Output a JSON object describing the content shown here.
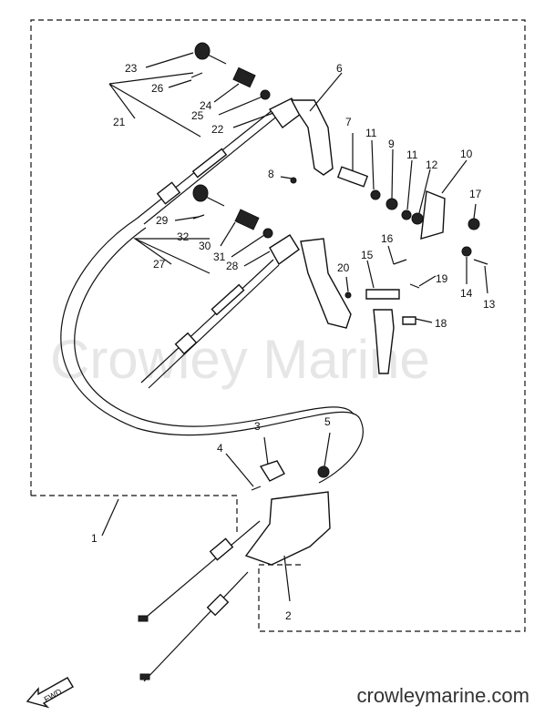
{
  "watermark": "Crowley Marine",
  "site_url": "crowleymarine.com",
  "fwd_label": "FWD",
  "callouts": {
    "c1": "1",
    "c2": "2",
    "c3": "3",
    "c4": "4",
    "c5": "5",
    "c6": "6",
    "c7": "7",
    "c8": "8",
    "c9": "9",
    "c10": "10",
    "c11a": "11",
    "c11b": "11",
    "c12": "12",
    "c13": "13",
    "c14": "14",
    "c15": "15",
    "c16": "16",
    "c17": "17",
    "c18": "18",
    "c19": "19",
    "c20": "20",
    "c21": "21",
    "c22": "22",
    "c23": "23",
    "c24": "24",
    "c25": "25",
    "c26": "26",
    "c27": "27",
    "c28": "28",
    "c29": "29",
    "c30": "30",
    "c31": "31",
    "c32": "32"
  }
}
